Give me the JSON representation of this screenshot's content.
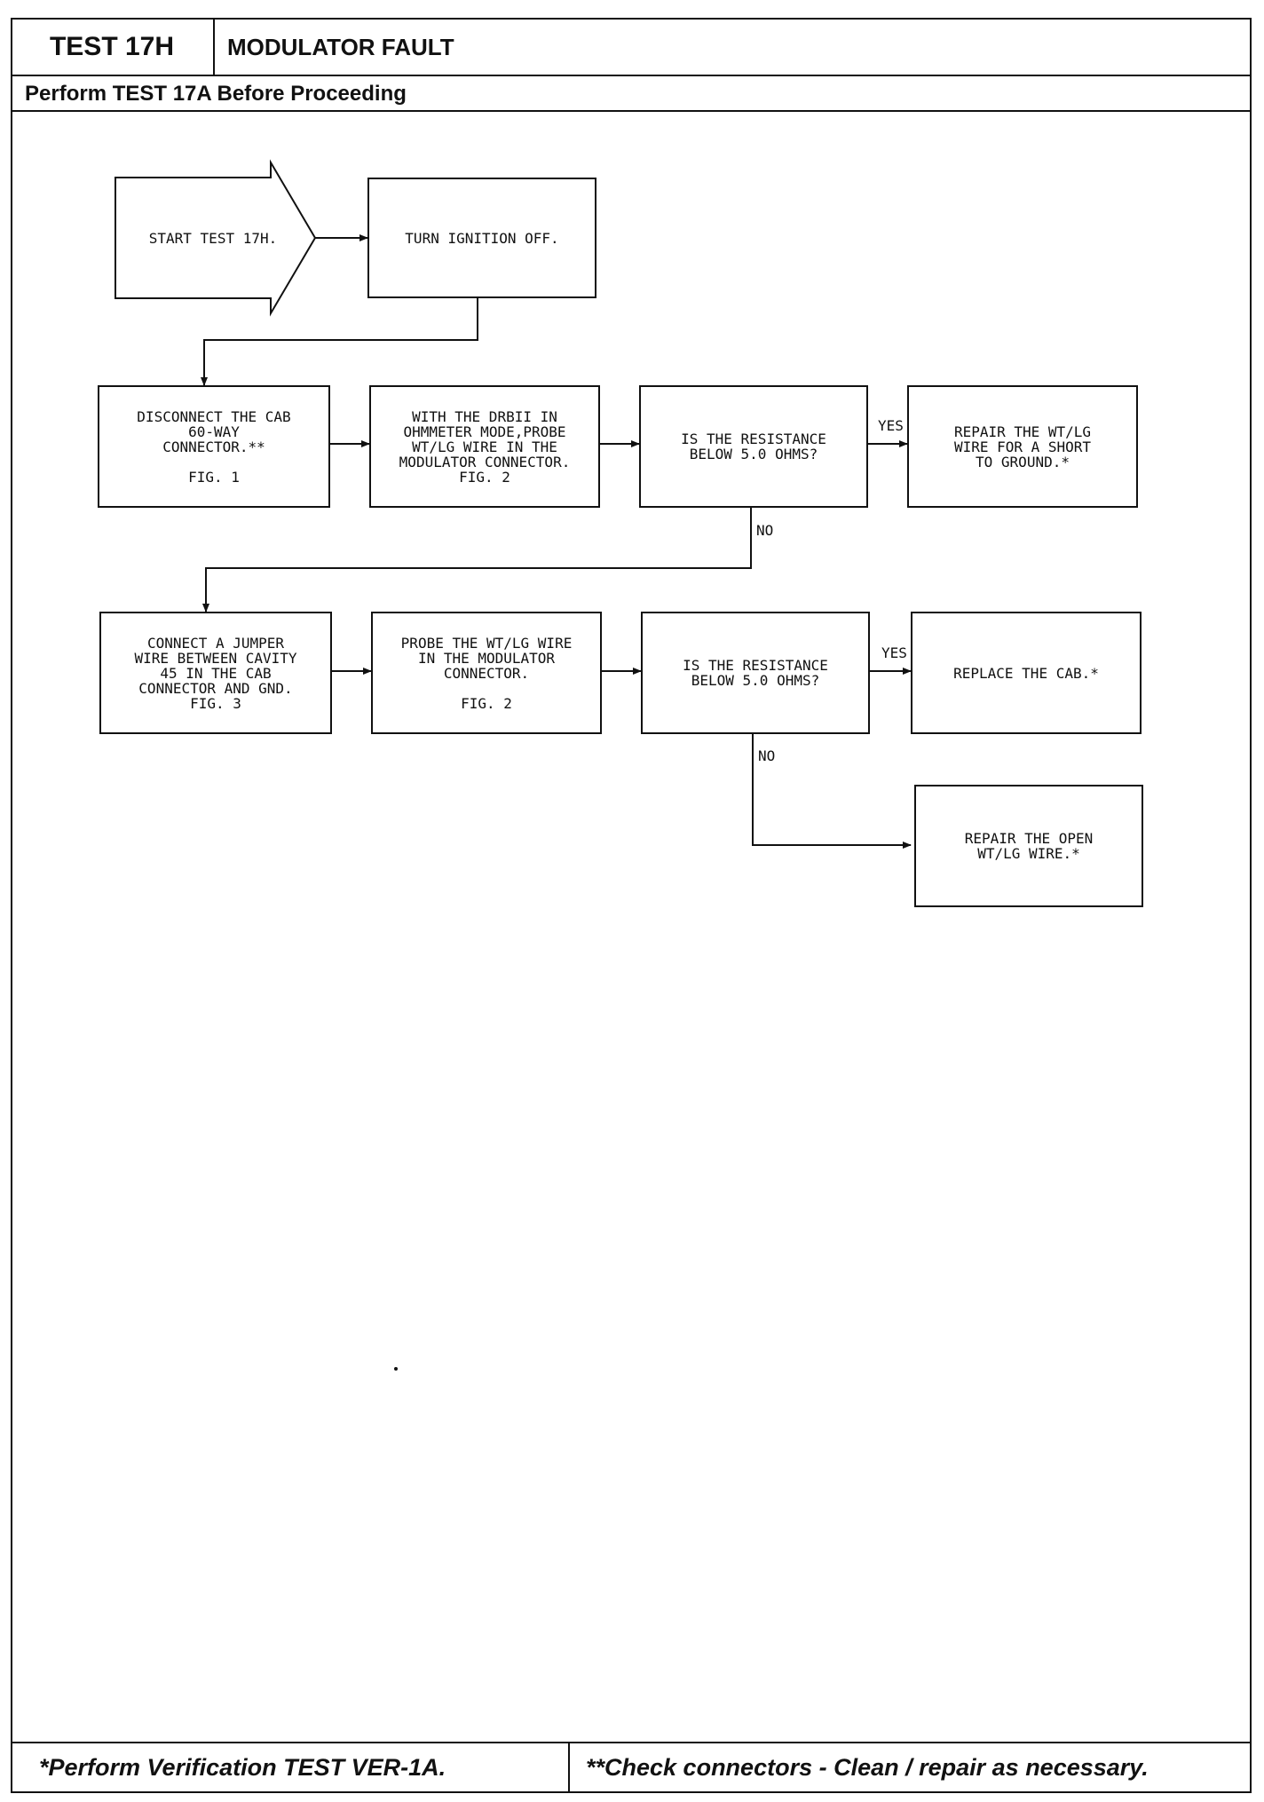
{
  "header": {
    "test_id": "TEST 17H",
    "title": "MODULATOR FAULT",
    "subtitle": "Perform TEST 17A Before Proceeding"
  },
  "flowchart": {
    "start": "START TEST 17H.",
    "turn_off": "TURN IGNITION OFF.",
    "disconnect": "DISCONNECT THE CAB\n60-WAY\nCONNECTOR.**\n\nFIG. 1",
    "probe_ohm": "WITH THE DRBII IN\nOHMMETER MODE,PROBE\nWT/LG WIRE IN THE\nMODULATOR CONNECTOR.\nFIG. 2",
    "question1": "IS THE RESISTANCE\nBELOW 5.0 OHMS?",
    "repair_short": "REPAIR THE WT/LG\nWIRE FOR A SHORT\nTO GROUND.*",
    "jumper": "CONNECT A JUMPER\nWIRE BETWEEN CAVITY\n45 IN THE CAB\nCONNECTOR AND GND.\nFIG. 3",
    "probe2": "PROBE THE WT/LG WIRE\nIN THE MODULATOR\nCONNECTOR.\n\nFIG. 2",
    "question2": "IS THE RESISTANCE\nBELOW 5.0 OHMS?",
    "replace": "REPLACE THE CAB.*",
    "repair_open": "REPAIR THE OPEN\nWT/LG WIRE.*",
    "yes1": "YES",
    "no1": "NO",
    "yes2": "YES",
    "no2": "NO"
  },
  "footer": {
    "note1": "*Perform Verification TEST VER-1A.",
    "note2": "**Check connectors - Clean / repair as necessary."
  }
}
